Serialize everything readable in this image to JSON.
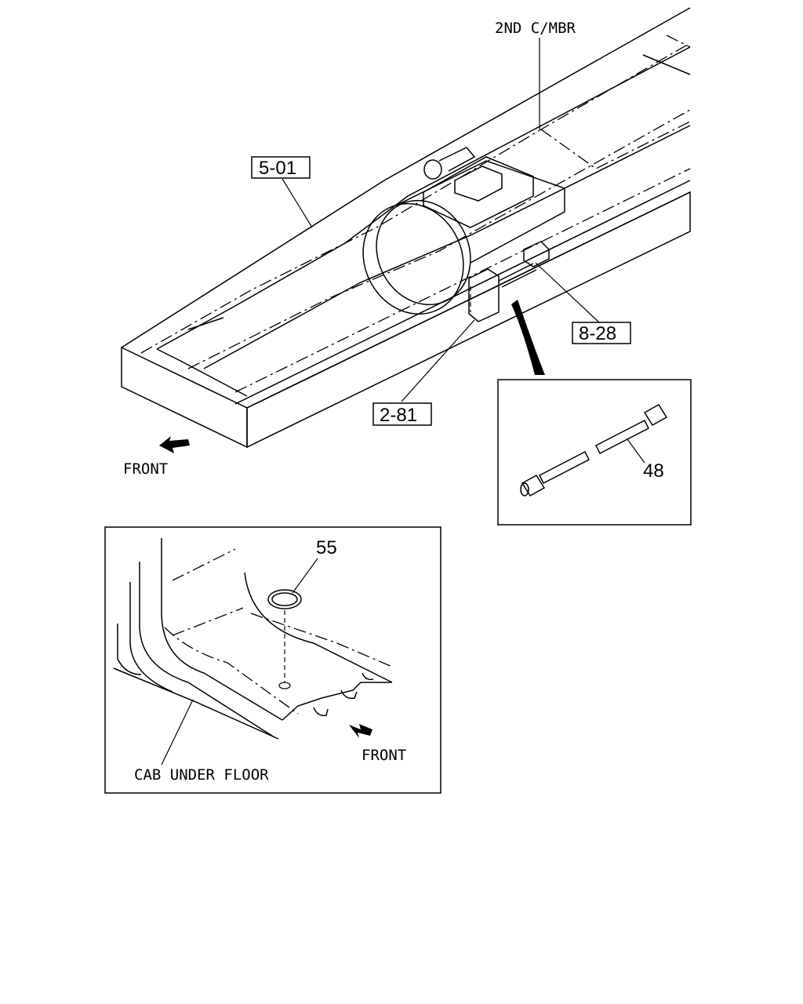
{
  "labels": {
    "cross_member": "2ND C/MBR",
    "front_top": "FRONT",
    "front_bottom": "FRONT",
    "cab_under_floor": "CAB UNDER FLOOR"
  },
  "refs": {
    "ref_501": "5-01",
    "ref_828": "8-28",
    "ref_281": "2-81"
  },
  "parts": {
    "part_48": "48",
    "part_55": "55"
  }
}
